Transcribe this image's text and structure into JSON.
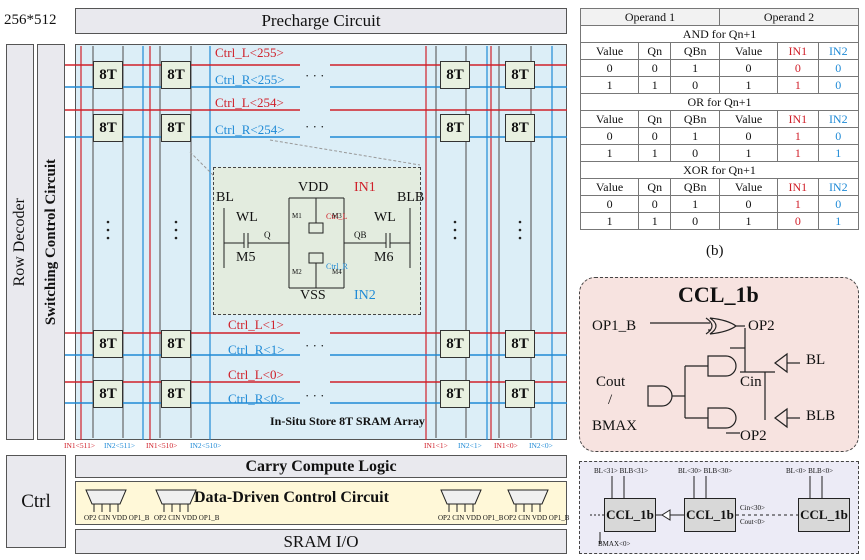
{
  "array_size_label": "256*512",
  "precharge": "Precharge Circuit",
  "row_decoder": "Row Decoder",
  "switching": "Switching Control Circuit",
  "cell_label": "8T",
  "ellipsis": "· · ·",
  "ctrl_lines": [
    {
      "label": "Ctrl_L<255>",
      "color": "#d0202a"
    },
    {
      "label": "Ctrl_R<255>",
      "color": "#1f8ad6"
    },
    {
      "label": "Ctrl_L<254>",
      "color": "#d0202a"
    },
    {
      "label": "Ctrl_R<254>",
      "color": "#1f8ad6"
    },
    {
      "label": "Ctrl_L<1>",
      "color": "#d0202a"
    },
    {
      "label": "Ctrl_R<1>",
      "color": "#1f8ad6"
    },
    {
      "label": "Ctrl_L<0>",
      "color": "#d0202a"
    },
    {
      "label": "Ctrl_R<0>",
      "color": "#1f8ad6"
    }
  ],
  "array_label": "In-Situ Store 8T SRAM Array",
  "bottom_labels": [
    {
      "text": "IN1<511>",
      "color": "#d0202a"
    },
    {
      "text": "IN2<511>",
      "color": "#1f8ad6"
    },
    {
      "text": "IN1<510>",
      "color": "#d0202a"
    },
    {
      "text": "IN2<510>",
      "color": "#1f8ad6"
    },
    {
      "text": "IN1<1>",
      "color": "#d0202a"
    },
    {
      "text": "IN2<1>",
      "color": "#1f8ad6"
    },
    {
      "text": "IN1<0>",
      "color": "#d0202a"
    },
    {
      "text": "IN2<0>",
      "color": "#1f8ad6"
    }
  ],
  "schematic": {
    "bl": "BL",
    "blb": "BLB",
    "vdd": "VDD",
    "vss": "VSS",
    "in1": "IN1",
    "in2": "IN2",
    "wl_left": "WL",
    "wl_right": "WL",
    "m5": "M5",
    "m6": "M6",
    "q": "Q",
    "qb": "QB",
    "ctrl_l": "Ctrl_L",
    "ctrl_r": "Ctrl_R",
    "m1": "M1",
    "m2": "M2",
    "m3": "M3",
    "m4": "M4"
  },
  "ctrl": "Ctrl",
  "carry_logic": "Carry Compute Logic",
  "data_driven": "Data-Driven Control Circuit",
  "dd_pins": "OP2 CIN VDD OP1_B",
  "sram_io": "SRAM I/O",
  "table": {
    "operand1": "Operand 1",
    "operand2": "Operand 2",
    "headers": [
      "Value",
      "Qn",
      "QBn",
      "Value",
      "IN1",
      "IN2"
    ],
    "sections": [
      {
        "title": "AND for Qn+1",
        "rows": [
          [
            "0",
            "0",
            "1",
            "0",
            "0",
            "0"
          ],
          [
            "1",
            "1",
            "0",
            "1",
            "1",
            "0"
          ]
        ]
      },
      {
        "title": "OR for Qn+1",
        "rows": [
          [
            "0",
            "0",
            "1",
            "0",
            "1",
            "0"
          ],
          [
            "1",
            "1",
            "0",
            "1",
            "1",
            "1"
          ]
        ]
      },
      {
        "title": "XOR for Qn+1",
        "rows": [
          [
            "0",
            "0",
            "1",
            "0",
            "1",
            "0"
          ],
          [
            "1",
            "1",
            "0",
            "1",
            "0",
            "1"
          ]
        ]
      }
    ],
    "caption": "(b)"
  },
  "ccl1b": {
    "title": "CCL_1b",
    "op1b": "OP1_B",
    "op2_top": "OP2",
    "bl": "BL",
    "cin": "Cin",
    "cout": "Cout",
    "slash": "/",
    "bmax": "BMAX",
    "blb": "BLB",
    "op2_bottom": "OP2"
  },
  "chain": {
    "block_label": "CCL_1b",
    "top_labels": [
      "BL<31> BLB<31>",
      "BL<30> BLB<30>",
      "BL<0> BLB<0>"
    ],
    "cin": "Cin<30>",
    "cout": "Cout<0>",
    "bmax": "BMAX<0>"
  }
}
